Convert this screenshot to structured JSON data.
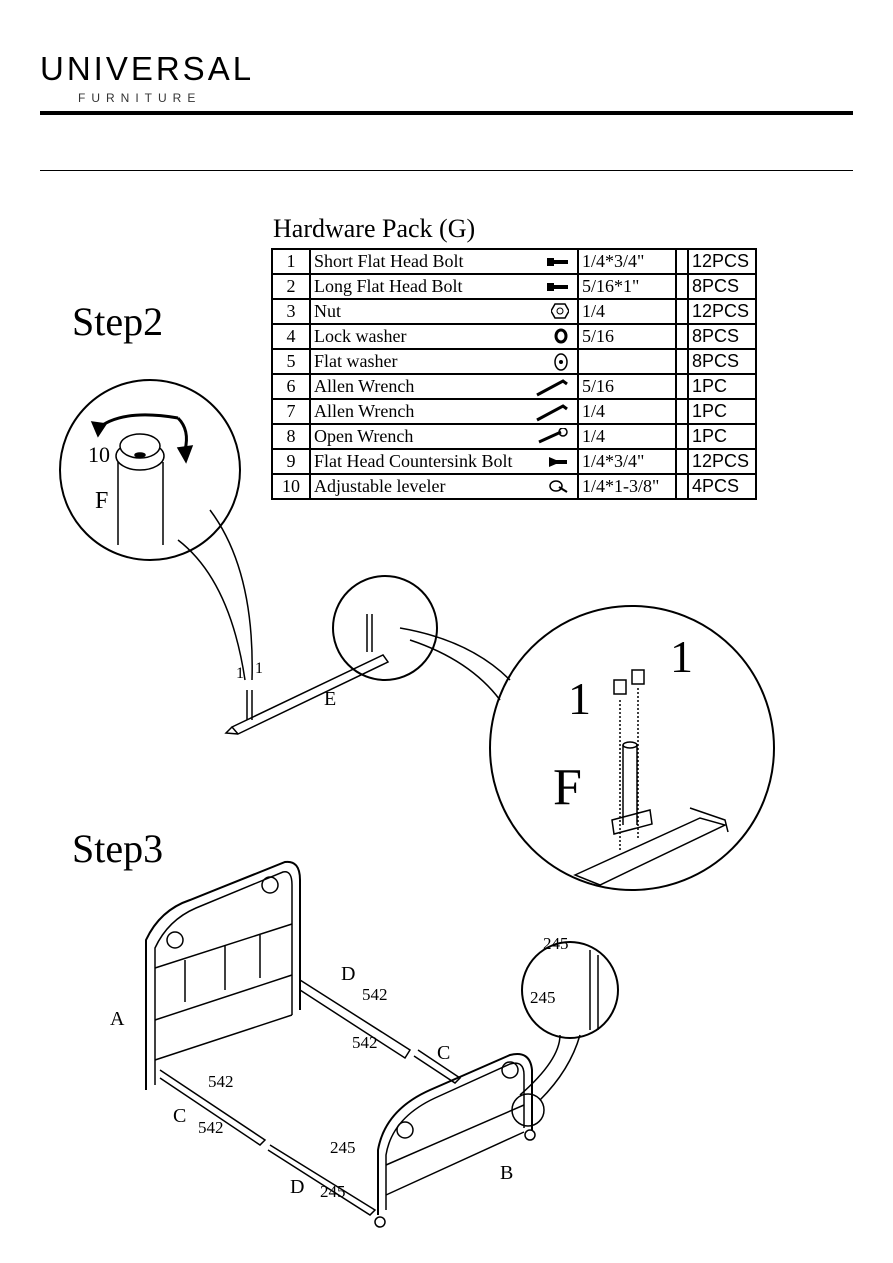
{
  "header": {
    "brand": "UNIVERSAL",
    "sub": "FURNITURE"
  },
  "hardware": {
    "title": "Hardware Pack (G)",
    "rows": [
      {
        "num": "1",
        "name": "Short Flat Head Bolt",
        "size": "1/4*3/4\"",
        "qty": "12PCS",
        "icon": "bolt-icon"
      },
      {
        "num": "2",
        "name": "Long Flat Head Bolt",
        "size": "5/16*1\"",
        "qty": "8PCS",
        "icon": "bolt-icon"
      },
      {
        "num": "3",
        "name": "Nut",
        "size": "1/4",
        "qty": "12PCS",
        "icon": "nut-icon"
      },
      {
        "num": "4",
        "name": "Lock washer",
        "size": "5/16",
        "qty": "8PCS",
        "icon": "lock-washer-icon"
      },
      {
        "num": "5",
        "name": "Flat washer",
        "size": "",
        "qty": "8PCS",
        "icon": "flat-washer-icon"
      },
      {
        "num": "6",
        "name": "Allen Wrench",
        "size": "5/16",
        "qty": "1PC",
        "icon": "allen-wrench-icon"
      },
      {
        "num": "7",
        "name": "Allen Wrench",
        "size": "1/4",
        "qty": "1PC",
        "icon": "allen-wrench-icon"
      },
      {
        "num": "8",
        "name": "Open Wrench",
        "size": "1/4",
        "qty": "1PC",
        "icon": "open-wrench-icon"
      },
      {
        "num": "9",
        "name": "Flat Head Countersink Bolt",
        "size": "1/4*3/4\"",
        "qty": "12PCS",
        "icon": "countersink-bolt-icon"
      },
      {
        "num": "10",
        "name": "Adjustable leveler",
        "size": "1/4*1-3/8\"",
        "qty": "4PCS",
        "icon": "leveler-icon"
      }
    ]
  },
  "step2": {
    "title": "Step2",
    "labels": {
      "leveler": "10",
      "leg": "F",
      "rail": "E",
      "bolt_a": "1",
      "bolt_b": "1",
      "zoom_bolt_a": "1",
      "zoom_bolt_b": "1",
      "zoom_leg": "F"
    }
  },
  "step3": {
    "title": "Step3",
    "labels": {
      "headboard": "A",
      "footboard": "B",
      "rail_d_back": "D",
      "rail_c_right": "C",
      "rail_c_left": "C",
      "rail_d_front": "D",
      "d_back_upper": "542",
      "d_back_lower": "542",
      "c_left_upper": "542",
      "c_left_lower": "542",
      "d_front_upper": "245",
      "d_front_lower": "245",
      "zoom_upper": "245",
      "zoom_lower": "245"
    }
  }
}
